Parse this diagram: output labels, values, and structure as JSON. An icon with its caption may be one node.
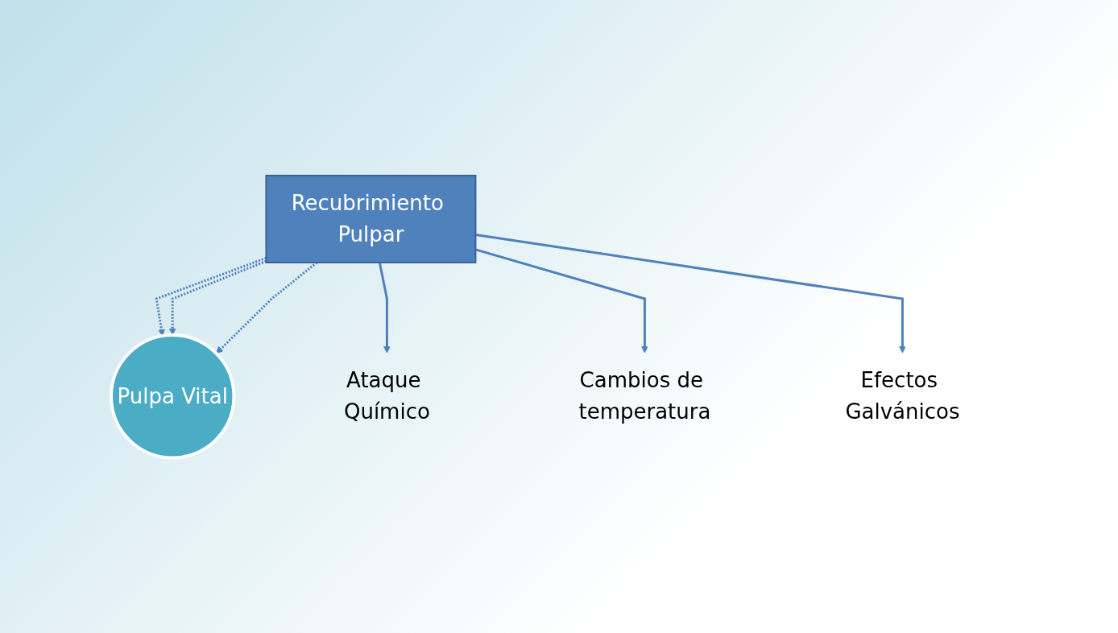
{
  "diagram": {
    "nodes": [
      {
        "text": [
          "Pulpa Vital"
        ]
      },
      {
        "text": [
          "Recubrimiento Pulpar"
        ]
      },
      {
        "text": [
          "Ataque Químico"
        ]
      },
      {
        "text": [
          "Cambios de temperatura"
        ]
      },
      {
        "text": [
          "Efectos Galvánicos"
        ]
      }
    ],
    "edges": [
      {
        "from": 1,
        "to": 0,
        "arrow": "to",
        "style": "dashed"
      },
      {
        "from": 1,
        "to": 0,
        "arrow": "to",
        "style": "dashed"
      },
      {
        "from": 1,
        "to": 0,
        "arrow": "to",
        "style": "dashed"
      },
      {
        "from": 1,
        "to": 2,
        "arrow": "to"
      },
      {
        "from": 1,
        "to": 3,
        "arrow": "to"
      },
      {
        "from": 1,
        "to": 4,
        "arrow": "to"
      }
    ]
  }
}
